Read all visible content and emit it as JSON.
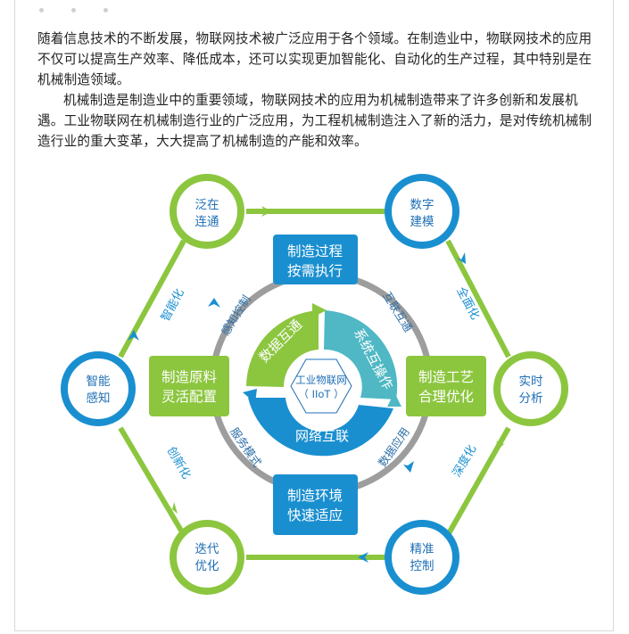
{
  "paragraphs": [
    "随着信息技术的不断发展，物联网技术被广泛应用于各个领域。在制造业中，物联网技术的应用不仅可以提高生产效率、降低成本，还可以实现更加智能化、自动化的生产过程，其中特别是在机械制造领域。",
    "机械制造是制造业中的重要领域，物联网技术的应用为机械制造带来了许多创新和发展机遇。工业物联网在机械制造行业的广泛应用，为工程机械制造注入了新的活力，是对传统机械制造行业的重大变革，大大提高了机械制造的产能和效率。"
  ],
  "diagram": {
    "center": {
      "line1": "工业物联网",
      "line2": "（ IIoT ）"
    },
    "segments": {
      "green": "数据互通",
      "teal": "系统互操作",
      "blue": "网络互联"
    },
    "boxes": {
      "top": [
        "制造过程",
        "按需执行"
      ],
      "left": [
        "制造原料",
        "灵活配置"
      ],
      "right": [
        "制造工艺",
        "合理优化"
      ],
      "bottom": [
        "制造环境",
        "快速适应"
      ]
    },
    "ring_labels": {
      "top_left": "感知控制",
      "top_right": "互联互通",
      "bottom_left": "服务模式",
      "bottom_right": "数据应用"
    },
    "nodes": {
      "top_left": [
        "泛在",
        "连通"
      ],
      "top_right": [
        "数字",
        "建模"
      ],
      "right": [
        "实时",
        "分析"
      ],
      "bottom_right": [
        "精准",
        "控制"
      ],
      "bottom_left": [
        "迭代",
        "优化"
      ],
      "left": [
        "智能",
        "感知"
      ]
    },
    "edge_labels": {
      "upper_right": "全面化",
      "lower_right": "深度化",
      "lower_left": "创新化",
      "upper_left": "智能化"
    },
    "colors": {
      "green": "#8cc63f",
      "blue": "#1a8fd0",
      "teal": "#4fb8c4",
      "gray_ring": "#9d9d9d",
      "dark_blue_text": "#1f6fb5",
      "green_box": "#8cc63f",
      "blue_box": "#1a8fd0"
    }
  }
}
